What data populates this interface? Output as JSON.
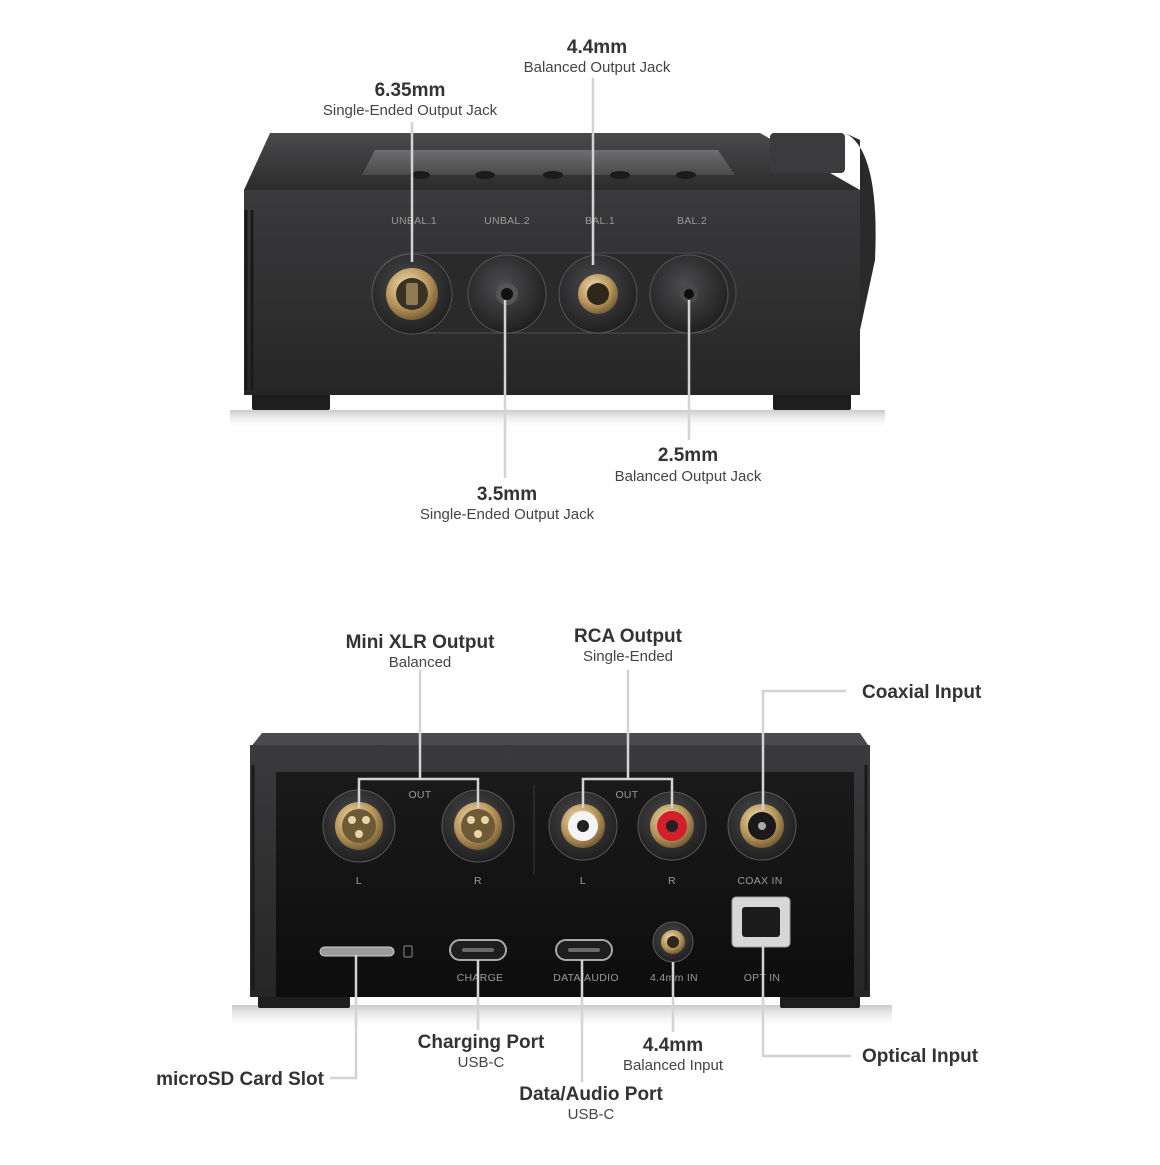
{
  "front_labels": {
    "jack_635": {
      "title": "6.35mm",
      "subtitle": "Single-Ended Output Jack"
    },
    "jack_44": {
      "title": "4.4mm",
      "subtitle": "Balanced Output Jack"
    },
    "jack_35": {
      "title": "3.5mm",
      "subtitle": "Single-Ended Output Jack"
    },
    "jack_25": {
      "title": "2.5mm",
      "subtitle": "Balanced Output Jack"
    }
  },
  "front_panel_text": [
    "UNBAL.1",
    "UNBAL.2",
    "BAL.1",
    "BAL.2"
  ],
  "rear_labels": {
    "mini_xlr": {
      "title": "Mini XLR Output",
      "subtitle": "Balanced"
    },
    "rca": {
      "title": "RCA Output",
      "subtitle": "Single-Ended"
    },
    "coax": {
      "title": "Coaxial Input"
    },
    "optical": {
      "title": "Optical Input"
    },
    "microsd": {
      "title": "microSD Card Slot"
    },
    "charging": {
      "title": "Charging Port",
      "subtitle": "USB-C"
    },
    "data_audio": {
      "title": "Data/Audio Port",
      "subtitle": "USB-C"
    },
    "in_44": {
      "title": "4.4mm",
      "subtitle": "Balanced Input"
    }
  },
  "rear_panel_text": {
    "out_left": "OUT",
    "out_right": "OUT",
    "xlr_l": "L",
    "xlr_r": "R",
    "rca_l": "L",
    "rca_r": "R",
    "coax_in": "COAX IN",
    "charge": "CHARGE",
    "data_audio": "DATA/AUDIO",
    "in_44": "4.4mm IN",
    "opt_in": "OPT IN"
  },
  "colors": {
    "label_text": "#333333",
    "leader_line": "#d3d3d3",
    "device_body": "#2f2f30",
    "gold": "#c9a86a",
    "rca_red": "#d21f2b"
  }
}
